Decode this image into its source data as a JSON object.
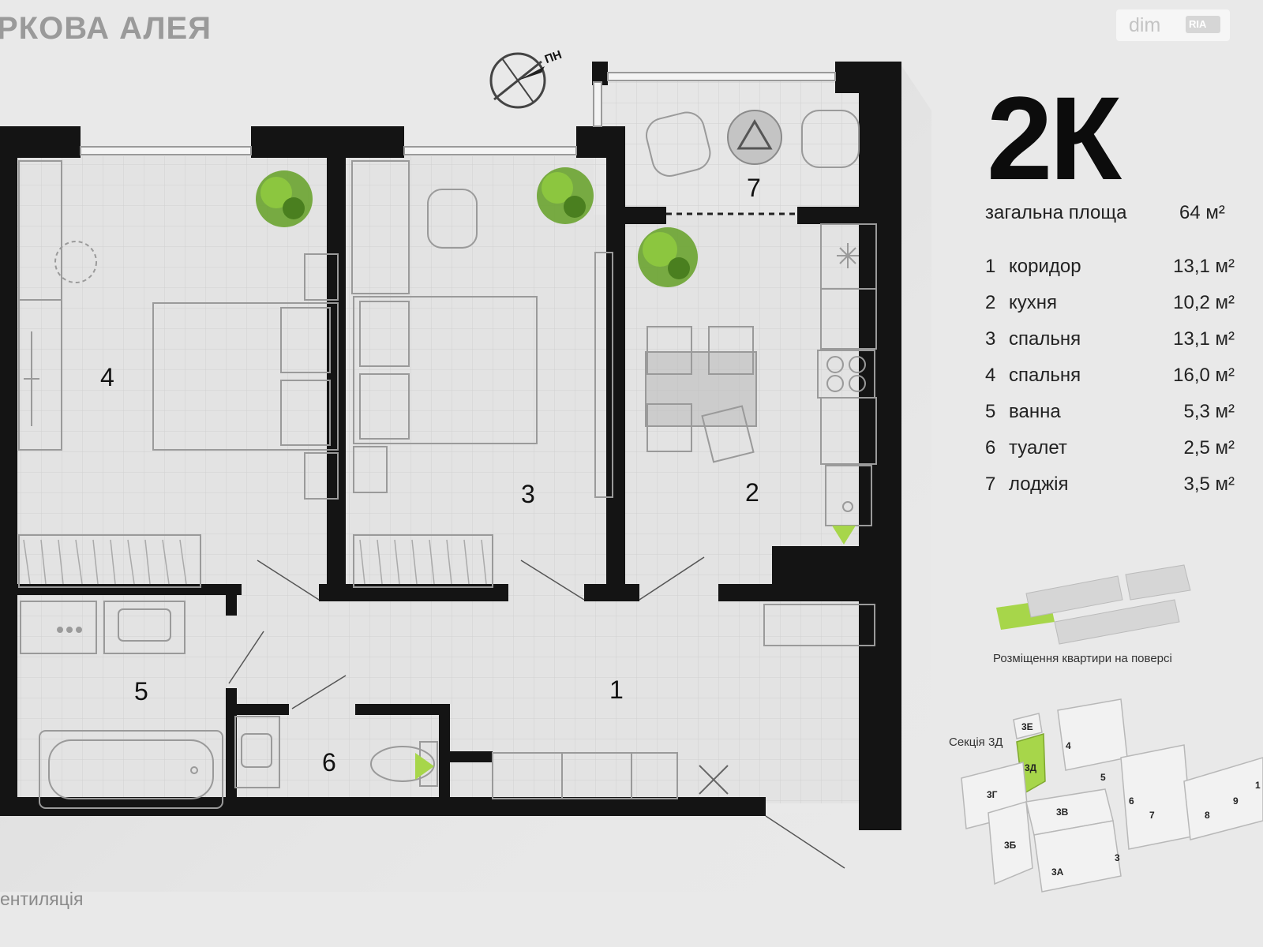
{
  "header": {
    "complex_title": "РКОВА АЛЕЯ",
    "watermark_text": "dim",
    "watermark_logo_text": "RIA"
  },
  "summary": {
    "plan_type": "2К",
    "total_label": "загальна площа",
    "total_value": "64 м²"
  },
  "rooms": [
    {
      "num": "1",
      "name": "коридор",
      "area": "13,1 м²"
    },
    {
      "num": "2",
      "name": "кухня",
      "area": "10,2 м²"
    },
    {
      "num": "3",
      "name": "спальня",
      "area": "13,1 м²"
    },
    {
      "num": "4",
      "name": "спальня",
      "area": "16,0 м²"
    },
    {
      "num": "5",
      "name": "ванна",
      "area": "5,3 м²"
    },
    {
      "num": "6",
      "name": "туалет",
      "area": "2,5 м²"
    },
    {
      "num": "7",
      "name": "лоджія",
      "area": "3,5 м²"
    }
  ],
  "plan_labels": {
    "compass": "ПН",
    "r1": "1",
    "r2": "2",
    "r3": "3",
    "r4": "4",
    "r5": "5",
    "r6": "6",
    "r7": "7"
  },
  "legend": {
    "ventilation": "ентиляція"
  },
  "floor_position": {
    "caption": "Розміщення квартири на поверсі"
  },
  "section_map": {
    "caption": "Секція 3Д",
    "labels": {
      "s3e": "3Е",
      "s3d": "3Д",
      "s3g": "3Г",
      "s3v": "3В",
      "s3b": "3Б",
      "s3a": "3А",
      "b4": "4",
      "b5": "5",
      "b6": "6",
      "b7": "7",
      "b8": "8",
      "b9": "9",
      "b3": "3",
      "b1": "1"
    }
  },
  "colors": {
    "accent": "#a7d64a",
    "wall": "#141414",
    "floor": "#e2e2e2",
    "background": "#e9e9e9"
  }
}
